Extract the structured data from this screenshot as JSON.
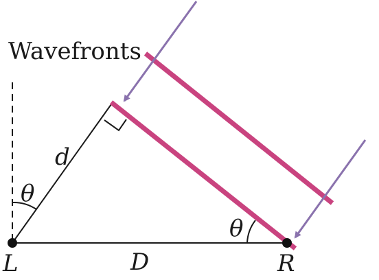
{
  "labels": {
    "wavefronts": "Wavefronts",
    "d": "d",
    "D": "D",
    "theta_left": "θ",
    "theta_right": "θ",
    "L": "L",
    "R": "R"
  },
  "colors": {
    "wavefront": "#c9437f",
    "arrow": "#8a72ad",
    "line": "#1a1a1a",
    "point": "#111111"
  }
}
